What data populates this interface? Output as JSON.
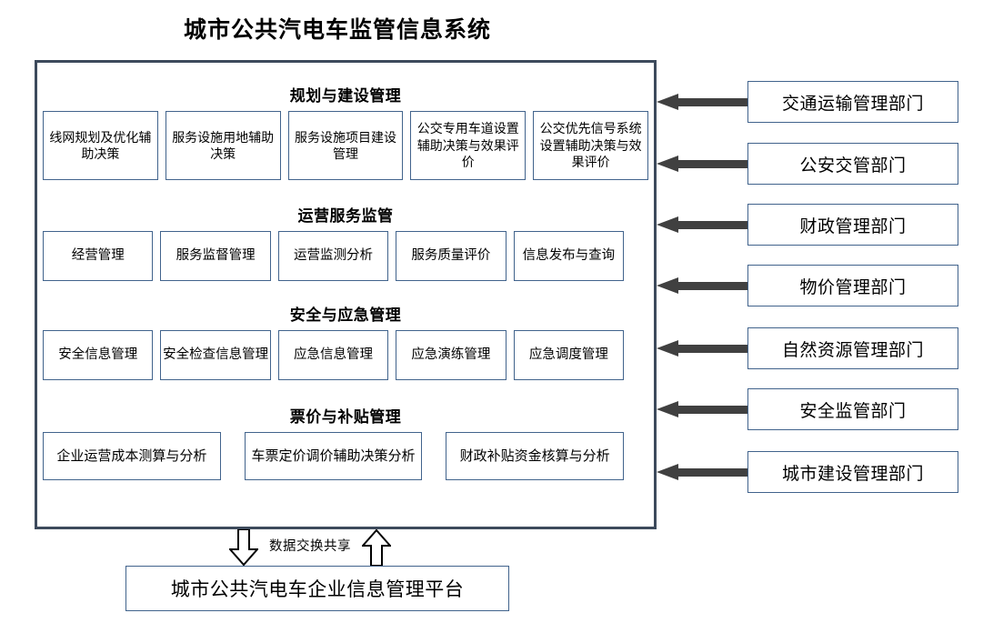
{
  "title": "城市公共汽电车监管信息系统",
  "system_frame": {
    "sections": [
      {
        "title": "规划与建设管理",
        "modules": [
          "线网规划及优化辅助决策",
          "服务设施用地辅助决策",
          "服务设施项目建设管理",
          "公交专用车道设置辅助决策与效果评价",
          "公交优先信号系统设置辅助决策与效果评价"
        ]
      },
      {
        "title": "运营服务监管",
        "modules": [
          "经营管理",
          "服务监督管理",
          "运营监测分析",
          "服务质量评价",
          "信息发布与查询"
        ]
      },
      {
        "title": "安全与应急管理",
        "modules": [
          "安全信息管理",
          "安全检查信息管理",
          "应急信息管理",
          "应急演练管理",
          "应急调度管理"
        ]
      },
      {
        "title": "票价与补贴管理",
        "modules": [
          "企业运营成本测算与分析",
          "车票定价调价辅助决策分析",
          "财政补贴资金核算与分析"
        ]
      }
    ]
  },
  "departments": [
    "交通运输管理部门",
    "公安交管部门",
    "财政管理部门",
    "物价管理部门",
    "自然资源管理部门",
    "安全监管部门",
    "城市建设管理部门"
  ],
  "exchange": {
    "label": "数据交换共享",
    "down_arrow": "down-block-arrow",
    "up_arrow": "up-block-arrow"
  },
  "platform": "城市公共汽电车企业信息管理平台",
  "colors": {
    "frame_border": "#3d4a5c",
    "box_border": "#41638c",
    "arrow": "#404040",
    "text": "#000000",
    "background": "#ffffff"
  }
}
